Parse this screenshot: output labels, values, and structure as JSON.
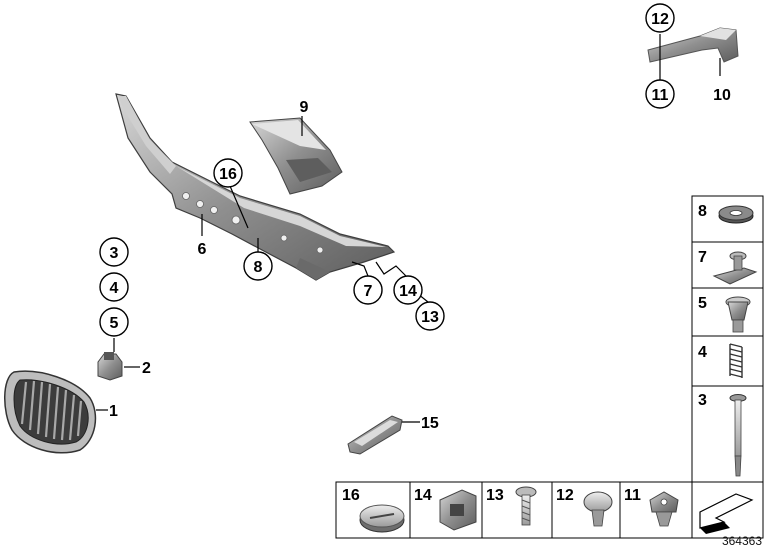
{
  "diagram": {
    "callouts": {
      "c1": "1",
      "c2": "2",
      "c3": "3",
      "c4": "4",
      "c5": "5",
      "c6": "6",
      "c7": "7",
      "c8": "8",
      "c9": "9",
      "c10": "10",
      "c11": "11",
      "c12": "12",
      "c13": "13",
      "c14": "14",
      "c15": "15",
      "c16": "16"
    },
    "legend_right": [
      "8",
      "7",
      "5",
      "4",
      "3"
    ],
    "legend_bottom": [
      "16",
      "14",
      "13",
      "12",
      "11"
    ],
    "diagram_id": "364363"
  },
  "colors": {
    "part_dark": "#6f6f6f",
    "part_mid": "#9a9a9a",
    "part_light": "#cfcfcf",
    "line": "#000000"
  }
}
